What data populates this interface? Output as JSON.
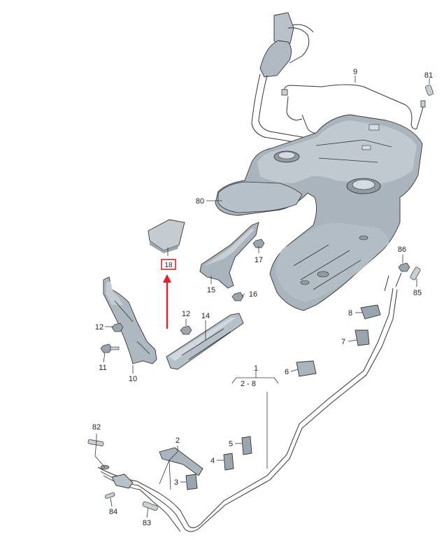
{
  "diagram": {
    "labels": {
      "p1": "1",
      "p1_range": "2 - 8",
      "p2": "2",
      "p3": "3",
      "p4": "4",
      "p5": "5",
      "p6": "6",
      "p7": "7",
      "p8": "8",
      "p9": "9",
      "p10": "10",
      "p11": "11",
      "p12a": "12",
      "p12b": "12",
      "p14": "14",
      "p15": "15",
      "p16": "16",
      "p17": "17",
      "p18": "18",
      "p80": "80",
      "p81": "81",
      "p82": "82",
      "p83": "83",
      "p84": "84",
      "p85": "85",
      "p86": "86"
    },
    "highlight": {
      "part": "18",
      "color": "#e0202a"
    },
    "colors": {
      "tank": "#a9b4bd",
      "tank_dark": "#7f8b95",
      "part_light": "#c8cfd5"
    }
  }
}
